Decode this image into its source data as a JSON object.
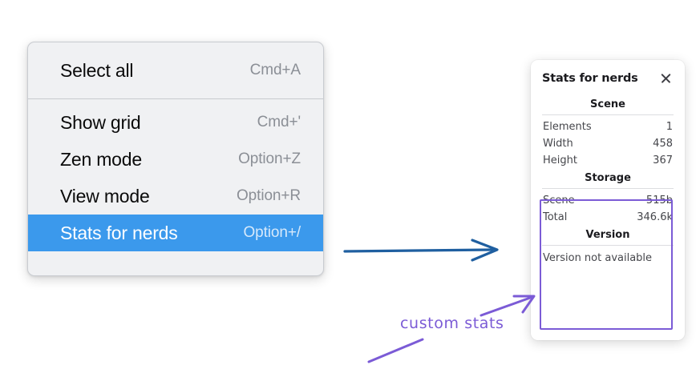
{
  "menu": {
    "groups": [
      {
        "items": [
          {
            "label": "Select all",
            "shortcut": "Cmd+A",
            "selected": false
          }
        ]
      },
      {
        "items": [
          {
            "label": "Show grid",
            "shortcut": "Cmd+'",
            "selected": false
          },
          {
            "label": "Zen mode",
            "shortcut": "Option+Z",
            "selected": false
          },
          {
            "label": "View mode",
            "shortcut": "Option+R",
            "selected": false
          },
          {
            "label": "Stats for nerds",
            "shortcut": "Option+/",
            "selected": true
          }
        ]
      }
    ],
    "highlight_color": "#3b99ec"
  },
  "stats_panel": {
    "title": "Stats for nerds",
    "close_icon": "close-icon",
    "sections": [
      {
        "name": "Scene",
        "rows": [
          {
            "label": "Elements",
            "value": "1"
          },
          {
            "label": "Width",
            "value": "458"
          },
          {
            "label": "Height",
            "value": "367"
          }
        ]
      },
      {
        "name": "Storage",
        "rows": [
          {
            "label": "Scene",
            "value": "515b"
          },
          {
            "label": "Total",
            "value": "346.6k"
          }
        ]
      },
      {
        "name": "Version",
        "note": "Version not available"
      }
    ]
  },
  "annotations": {
    "custom_stats_label": "custom stats",
    "purple_color": "#7b5bd6",
    "blue_color": "#1f5fa0"
  }
}
